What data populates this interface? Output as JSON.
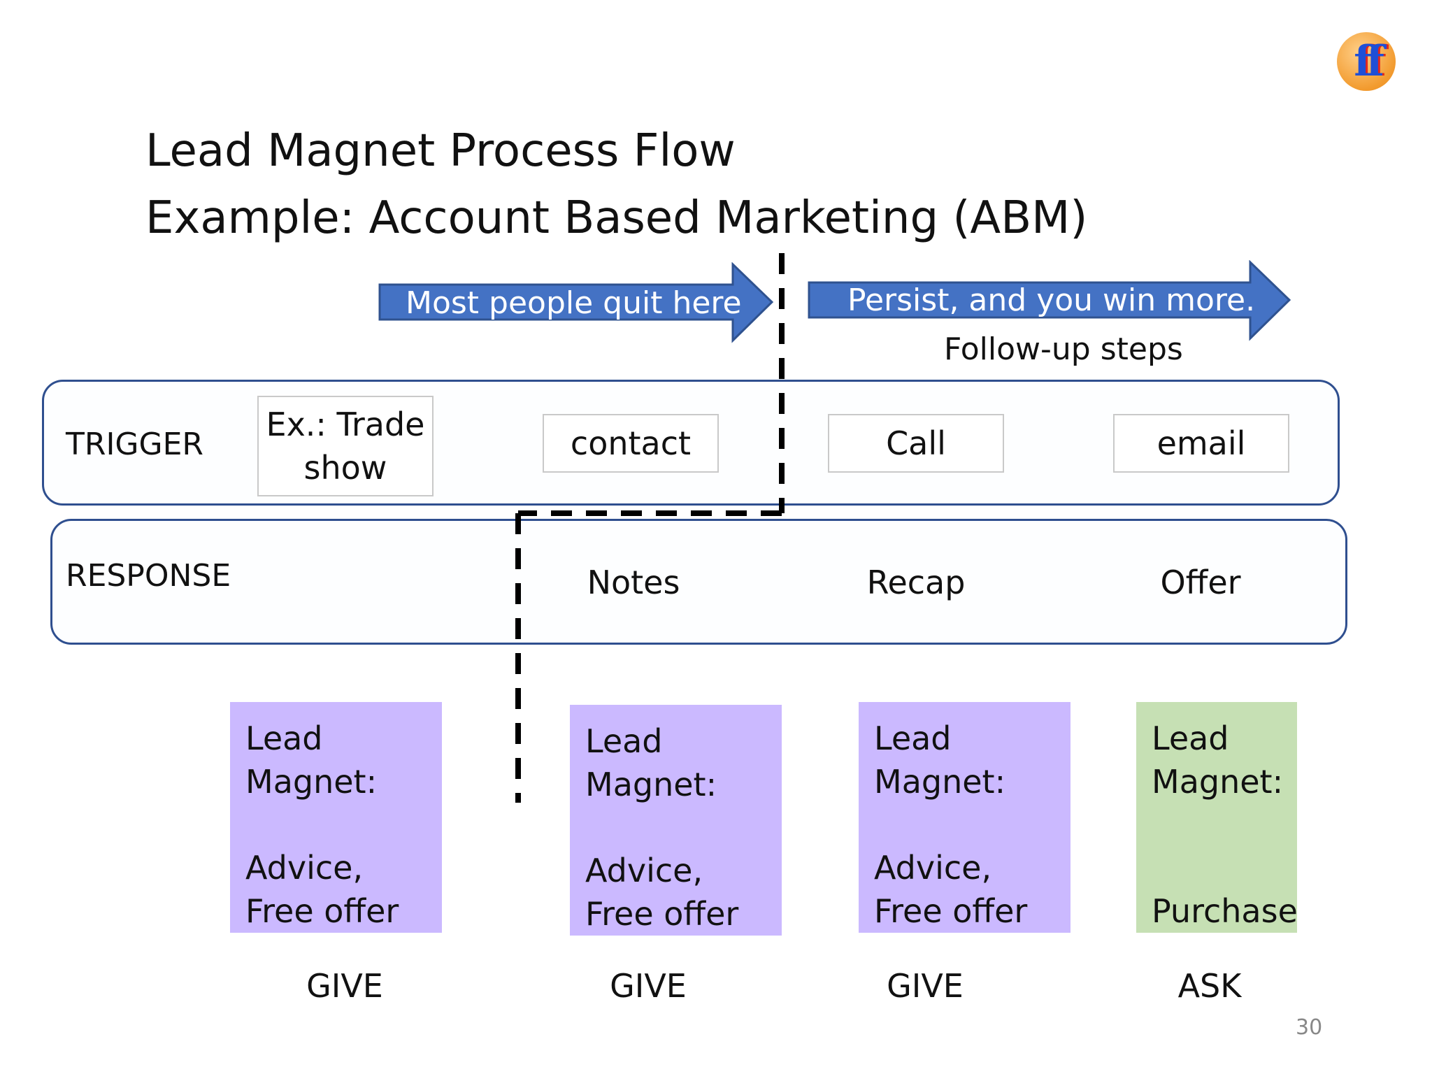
{
  "title": {
    "line1": "Lead Magnet Process Flow",
    "line2": "Example:  Account Based Marketing (ABM)"
  },
  "arrows": {
    "left": "Most people quit here",
    "right": "Persist, and you win more.",
    "right_caption": "Follow-up steps",
    "color": "#4472c4"
  },
  "trigger": {
    "label": "TRIGGER",
    "items": [
      {
        "line1": "Ex.: Trade",
        "line2": "show"
      },
      {
        "line1": "contact"
      },
      {
        "line1": "Call"
      },
      {
        "line1": "email"
      }
    ]
  },
  "response": {
    "label": "RESPONSE",
    "items": [
      "Notes",
      "Recap",
      "Offer"
    ]
  },
  "magnets": [
    {
      "l1": "Lead",
      "l2": "Magnet:",
      "l3": "Advice,",
      "l4": "Free offer",
      "color": "#cbb9ff",
      "footer": "GIVE"
    },
    {
      "l1": "Lead",
      "l2": "Magnet:",
      "l3": "Advice,",
      "l4": "Free offer",
      "color": "#cbb9ff",
      "footer": "GIVE"
    },
    {
      "l1": "Lead",
      "l2": "Magnet:",
      "l3": "Advice,",
      "l4": "Free offer",
      "color": "#cbb9ff",
      "footer": "GIVE"
    },
    {
      "l1": "Lead",
      "l2": "Magnet:",
      "l3": "",
      "l4": "Purchase",
      "color": "#c6e0b4",
      "footer": "ASK"
    }
  ],
  "logo": {
    "text": "ff",
    "color": "#f5a742"
  },
  "page_number": "30"
}
